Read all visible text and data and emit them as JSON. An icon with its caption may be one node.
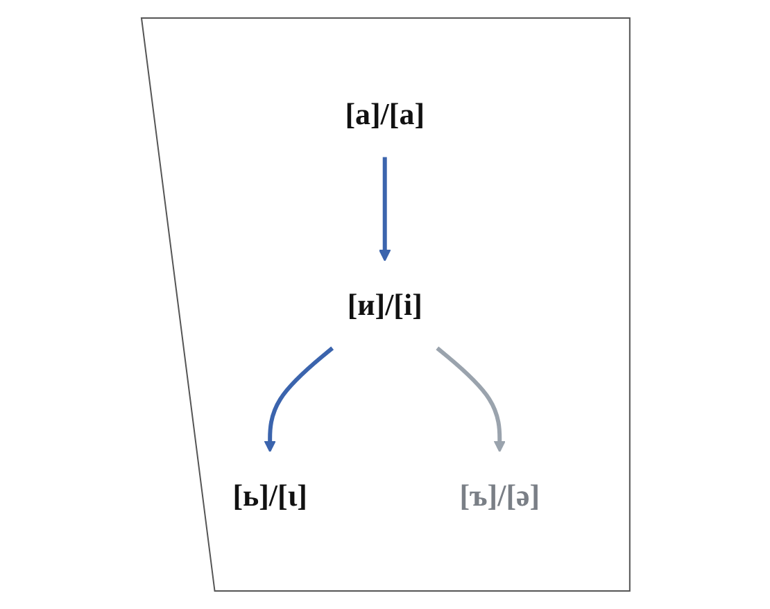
{
  "diagram": {
    "nodes": [
      {
        "text": [],
        "shape": "trapezoid"
      },
      {
        "text": [
          "[и]/[i]"
        ],
        "in": 0
      },
      {
        "text": [
          "[ь]/[ɩ]"
        ],
        "in": 0
      },
      {
        "text": [
          "[ъ]/[ə]"
        ],
        "in": 0
      },
      {
        "text": [
          "[a]/[a]"
        ],
        "in": 0
      }
    ],
    "edges": [
      {
        "from": 1,
        "to": 2,
        "arrow": "to"
      },
      {
        "from": 1,
        "to": 3,
        "arrow": "to",
        "color": "#9aa3ad"
      },
      {
        "from": 4,
        "to": 1,
        "arrow": "to"
      }
    ]
  }
}
